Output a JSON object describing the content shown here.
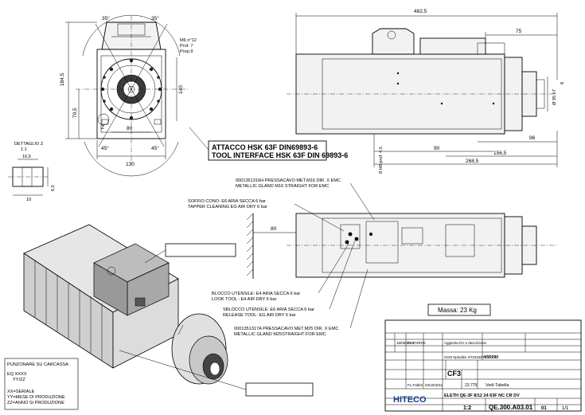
{
  "top_view": {
    "length": "482,5",
    "d75": "75",
    "d96": "96",
    "d90": "90",
    "d156": "156,5",
    "d268": "268,5",
    "shaft_dim": "Ø 95 h7",
    "d8": "8",
    "depth": "8 H8 prof. 4,5"
  },
  "front_view": {
    "angle1": "35°",
    "angle2": "35°",
    "angle3": "45°",
    "angle4": "45°",
    "screw_lines": [
      "M6 n°12",
      "Prof. 7",
      "Prep.9"
    ],
    "height": "184,5",
    "d70": "70,5",
    "d140": "140",
    "d80": "80",
    "width": "130",
    "detail_marker": "Z"
  },
  "detail": {
    "title": "DETTAGLIO Z",
    "scale": "1:1",
    "d16": "16,5",
    "d6": "6,5",
    "d10": "10"
  },
  "interface_lines": [
    "ATTACCO HSK 63F DIN69893-6",
    "TOOL INTERFACE HSK 63F DIN 69893-6"
  ],
  "callouts": {
    "gland_m16": [
      "0001351316H PRESSACAVO MET.M16 DIR. X EMC",
      "METALLIC GLAND M16 STRAIGHT FOR EMC"
    ],
    "cone_blow": [
      "SOFFIO CONO: E6 ARIA SECCA 6 bar",
      "TAPPER CLEANING EG AIR DRY  6 bar"
    ],
    "lock": [
      "BLOCCO UTENSILE: E4 ARIA SECCA 6 bar",
      "LOOK TOOL : E4 AIR DRY 6 bar"
    ],
    "release": [
      "SBLOCCO UTENSILE: E6 ARIA SECCA 6 bar",
      "RELEASE TOOL: EG AIR DRY 6 bar"
    ],
    "gland_m25": [
      "0001351317A PRESSACAVO MET.M25 DIR. X EMC",
      "METALLIC GLAND M25STRAIGHT FOR EMC"
    ]
  },
  "side_view": {
    "d80": "80"
  },
  "mass": "Massa: 23 Kg",
  "marking": {
    "title": "PUNZONARE SU CARCASSA:",
    "lines": [
      "EQ XXXX",
      "YY/ZZ",
      "",
      "XX=SERIALE",
      "YY=MESE DI PRODUZIONE",
      "ZZ=ANNO SI PRODUZIONE"
    ]
  },
  "title_block": {
    "rev_date": "18/05/2023",
    "rev_author": "FL.FARRIS",
    "rev_desc": "Aggiunta DV e descrizione",
    "material": "SCM Spindles ST2316070",
    "code": "V5R090",
    "cf": "CF3",
    "sheet_no": "23.779",
    "drawn_by": "FL.Fabbri",
    "date": "03/10/2011",
    "checker": "Vedi Tabella",
    "brand": "HITECO",
    "desc": "ELETH QE-3F 8/12 24 63F NC CR DV",
    "scale": "1:2",
    "drawing_no": "QE.300.A03.01",
    "rev": "01",
    "page": "1/1"
  }
}
